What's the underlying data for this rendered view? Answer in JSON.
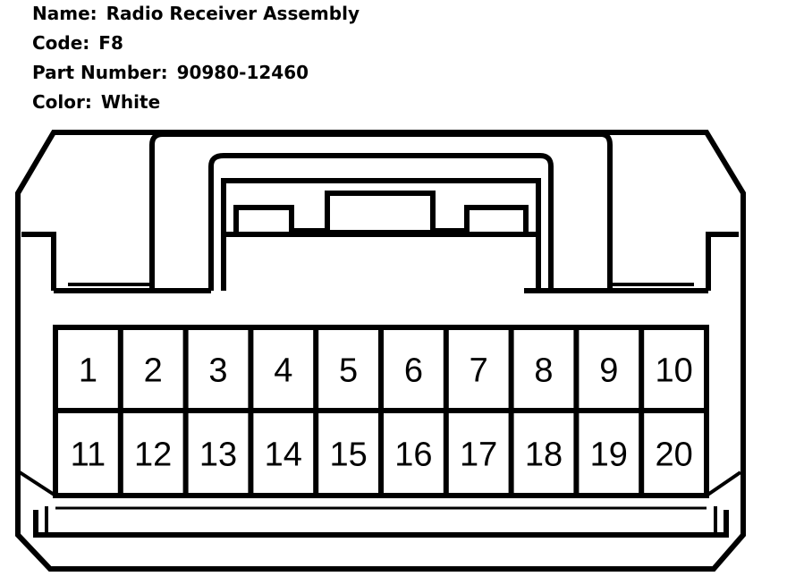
{
  "info": {
    "name_label": "Name:",
    "name_value": "Radio Receiver Assembly",
    "code_label": "Code:",
    "code_value": "F8",
    "part_label": "Part Number:",
    "part_value": "90980-12460",
    "color_label": "Color:",
    "color_value": "White"
  },
  "pins_row1": [
    "1",
    "2",
    "3",
    "4",
    "5",
    "6",
    "7",
    "8",
    "9",
    "10"
  ],
  "pins_row2": [
    "11",
    "12",
    "13",
    "14",
    "15",
    "16",
    "17",
    "18",
    "19",
    "20"
  ]
}
